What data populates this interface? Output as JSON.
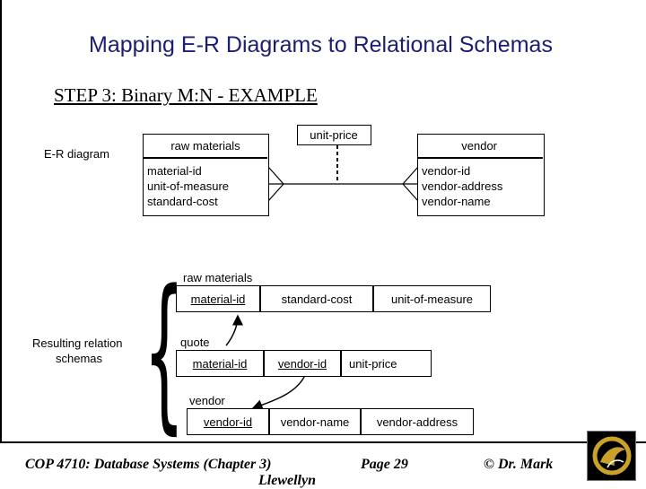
{
  "slide": {
    "title": "Mapping E-R Diagrams to Relational Schemas",
    "step": "STEP 3:  Binary M:N - EXAMPLE",
    "er_label": "E-R diagram",
    "result_label_line1": "Resulting relation",
    "result_label_line2": "schemas"
  },
  "er": {
    "relationship_attr": "unit-price",
    "entity1": {
      "name": "raw materials",
      "attrs": [
        "material-id",
        "unit-of-measure",
        "standard-cost"
      ]
    },
    "entity2": {
      "name": "vendor",
      "attrs": [
        "vendor-id",
        "vendor-address",
        "vendor-name"
      ]
    }
  },
  "schemas": {
    "raw_materials": {
      "name": "raw materials",
      "cols": [
        "material-id",
        "standard-cost",
        "unit-of-measure"
      ]
    },
    "quote": {
      "name": "quote",
      "cols": [
        "material-id",
        "vendor-id",
        "unit-price"
      ]
    },
    "vendor": {
      "name": "vendor",
      "cols": [
        "vendor-id",
        "vendor-name",
        "vendor-address"
      ]
    }
  },
  "footer": {
    "course": "COP 4710: Database Systems  (Chapter 3)",
    "page": "Page 29",
    "author": "© Dr. Mark",
    "author_cont": "Llewellyn"
  },
  "colors": {
    "title": "#1d1d73",
    "logo_gold": "#c9a227"
  }
}
